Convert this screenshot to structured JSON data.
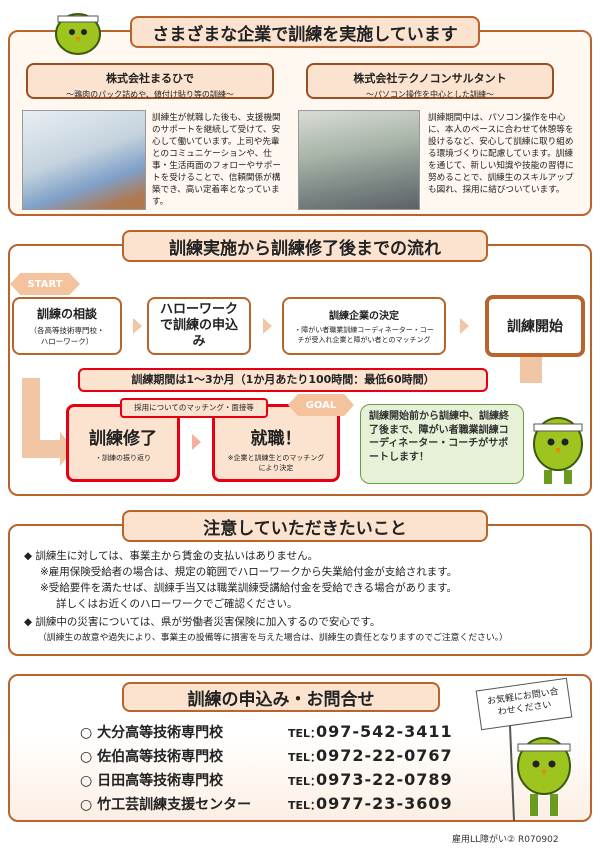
{
  "section1": {
    "title": "さまざまな企業で訓練を実施しています",
    "companies": [
      {
        "name": "株式会社まるひで",
        "subtitle": "～鶏肉のパック詰めや、値付け貼り等の訓練～",
        "body": "訓練生が就職した後も、支援機関のサポートを継続して受けて、安心して働いています。上司や先輩とのコミュニケーションや、仕事・生活両面のフォローやサポートを受けることで、信頼関係が構築でき、高い定着率となっています。"
      },
      {
        "name": "株式会社テクノコンサルタント",
        "subtitle": "～パソコン操作を中心とした訓練～",
        "body": "訓練期間中は、パソコン操作を中心に、本人のペースに合わせて休憩等を設けるなど、安心して訓練に取り組める環境づくりに配慮しています。訓練を通じて、新しい知識や技能の習得に努めることで、訓練生のスキルアップも図れ、採用に結びついています。"
      }
    ]
  },
  "section2": {
    "title": "訓練実施から訓練修了後までの流れ",
    "start": "START",
    "goal": "GOAL",
    "steps": [
      {
        "title": "訓練の相談",
        "sub": "（各高等技術専門校・ハローワーク）"
      },
      {
        "title": "ハローワークで訓練の申込み",
        "sub": ""
      },
      {
        "title": "訓練企業の決定",
        "sub": "・障がい者職業訓練コーディネーター・コーチが受入れ企業と障がい者とのマッチング"
      },
      {
        "title": "訓練開始",
        "sub": ""
      }
    ],
    "period": "訓練期間は1～3か月（1か月あたり100時間：最低60時間）",
    "matching": "採用についてのマッチング・面接等",
    "finish": {
      "title": "訓練修了",
      "sub": "・訓練の振り返り"
    },
    "job": {
      "title": "就職！",
      "sub": "※企業と訓練生とのマッチングにより決定"
    },
    "bubble": "訓練開始前から訓練中、訓練終了後まで、障がい者職業訓練コーディネーター・コーチがサポートします！"
  },
  "section3": {
    "title": "注意していただきたいこと",
    "lines": [
      "◆ 訓練生に対しては、事業主から賃金の支払いはありません。",
      "※雇用保険受給者の場合は、規定の範囲でハローワークから失業給付金が支給されます。",
      "※受給要件を満たせば、訓練手当又は職業訓練受講給付金を受給できる場合があります。",
      "詳しくはお近くのハローワークでご確認ください。",
      "◆ 訓練中の災害については、県が労働者災害保険に加入するので安心です。",
      "（訓練生の故意や過失により、事業主の設備等に損害を与えた場合は、訓練生の責任となりますのでご注意ください。）"
    ]
  },
  "section4": {
    "title": "訓練の申込み・お問合せ",
    "flag": "お気軽にお問い合わせください",
    "tel_label": "TEL：",
    "contacts": [
      {
        "name": "○ 大分高等技術専門校",
        "phone": "097-542-3411"
      },
      {
        "name": "○ 佐伯高等技術専門校",
        "phone": "0972-22-0767"
      },
      {
        "name": "○ 日田高等技術専門校",
        "phone": "0973-22-0789"
      },
      {
        "name": "○ 竹工芸訓練支援センター",
        "phone": "0977-23-3609"
      }
    ]
  },
  "footer": "雇用LL障がい② R070902"
}
